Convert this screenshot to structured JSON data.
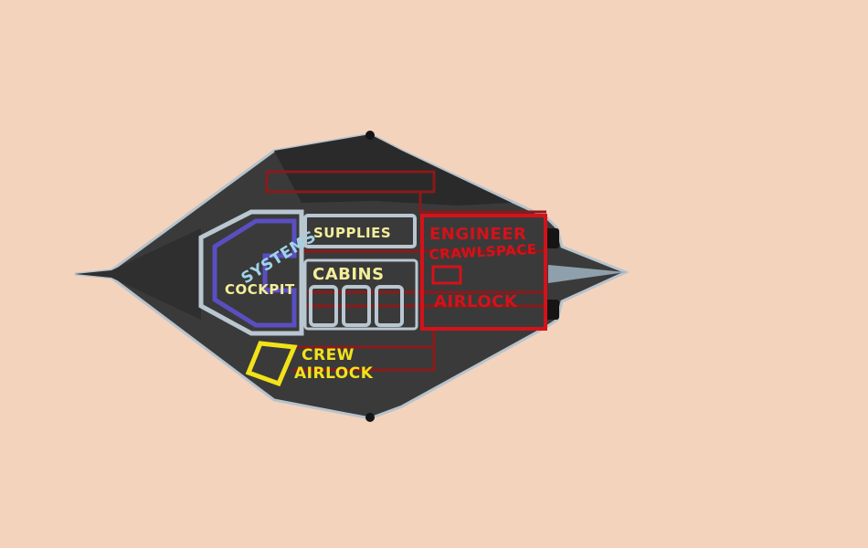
{
  "diagram": {
    "labels": {
      "systems": "SYSTEMS",
      "cockpit": "COCKPIT",
      "supplies": "SUPPLIES",
      "cabins": "CABINS",
      "engineer": "ENGINEER",
      "crawlspace": "CRAWLSPACE",
      "airlock": "AIRLOCK",
      "crew": "CREW",
      "crew_airlock": "AIRLOCK"
    }
  },
  "colors": {
    "background": "#f4d3bd",
    "hull": "#3b3b3b",
    "hull_dark": "#252525",
    "systems": "#5a4fc0",
    "cockpit_outline": "#b9c7d1",
    "cockpit_text": "#f3ee9a",
    "systems_text": "#9fd4e8",
    "supplies_text": "#f3ee9a",
    "engineering": "#d4121a",
    "crew_airlock": "#f2e21a",
    "maroon": "#8b1a1a"
  }
}
